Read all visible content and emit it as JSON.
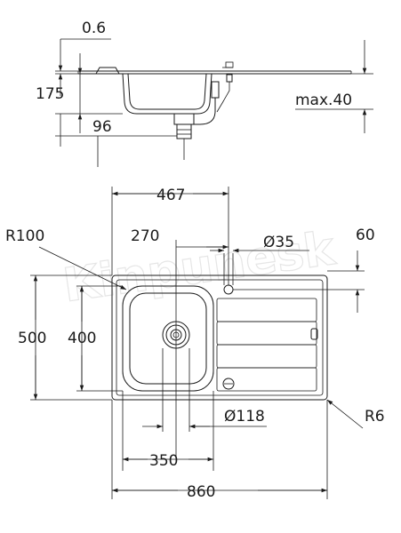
{
  "watermark": "Kinpunesk",
  "side_view": {
    "thickness": "0.6",
    "depth": "175",
    "drain_offset": "96",
    "max_worktop": "max.40"
  },
  "top_view": {
    "bowl_width_outer": "467",
    "bowl_width_inner": "270",
    "corner_radius": "R100",
    "tap_hole": "Ø35",
    "edge_distance": "60",
    "total_depth": "500",
    "bowl_depth": "400",
    "drain": "Ø118",
    "outer_radius": "R6",
    "bowl_width": "350",
    "total_width": "860"
  }
}
